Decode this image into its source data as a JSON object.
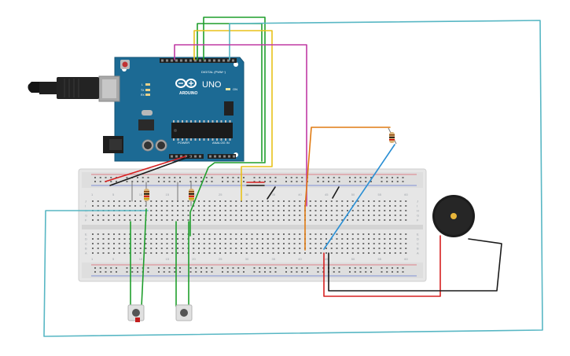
{
  "arduino": {
    "brand": "ARDUINO",
    "model": "UNO",
    "digital_label": "DIGITAL (PWM~)",
    "power_label": "POWER",
    "analog_label": "ANALOG IN",
    "on_label": "ON",
    "led_tx": "TX",
    "led_rx": "RX",
    "led_l": "L",
    "aref": "AREF",
    "gnd": "GND",
    "board_color": "#1c6a94"
  },
  "breadboard": {
    "columns": [
      "1",
      "5",
      "10",
      "15",
      "20",
      "25",
      "30",
      "35",
      "40",
      "45",
      "50",
      "55",
      "60"
    ],
    "rows_top": [
      "J",
      "I",
      "H",
      "G",
      "F"
    ],
    "rows_bottom": [
      "E",
      "D",
      "C",
      "B",
      "A"
    ]
  },
  "components": {
    "resistors": 3,
    "pushbuttons": 2,
    "piezo_buzzer": 1,
    "usb_cable": 1
  },
  "wire_colors": {
    "green": "#1f9e2c",
    "yellow": "#e8c21a",
    "cyan": "#58b7c4",
    "magenta": "#c03aa4",
    "orange": "#e07b12",
    "blue": "#2a8fd4",
    "red": "#d62020",
    "black": "#1a1a1a"
  }
}
